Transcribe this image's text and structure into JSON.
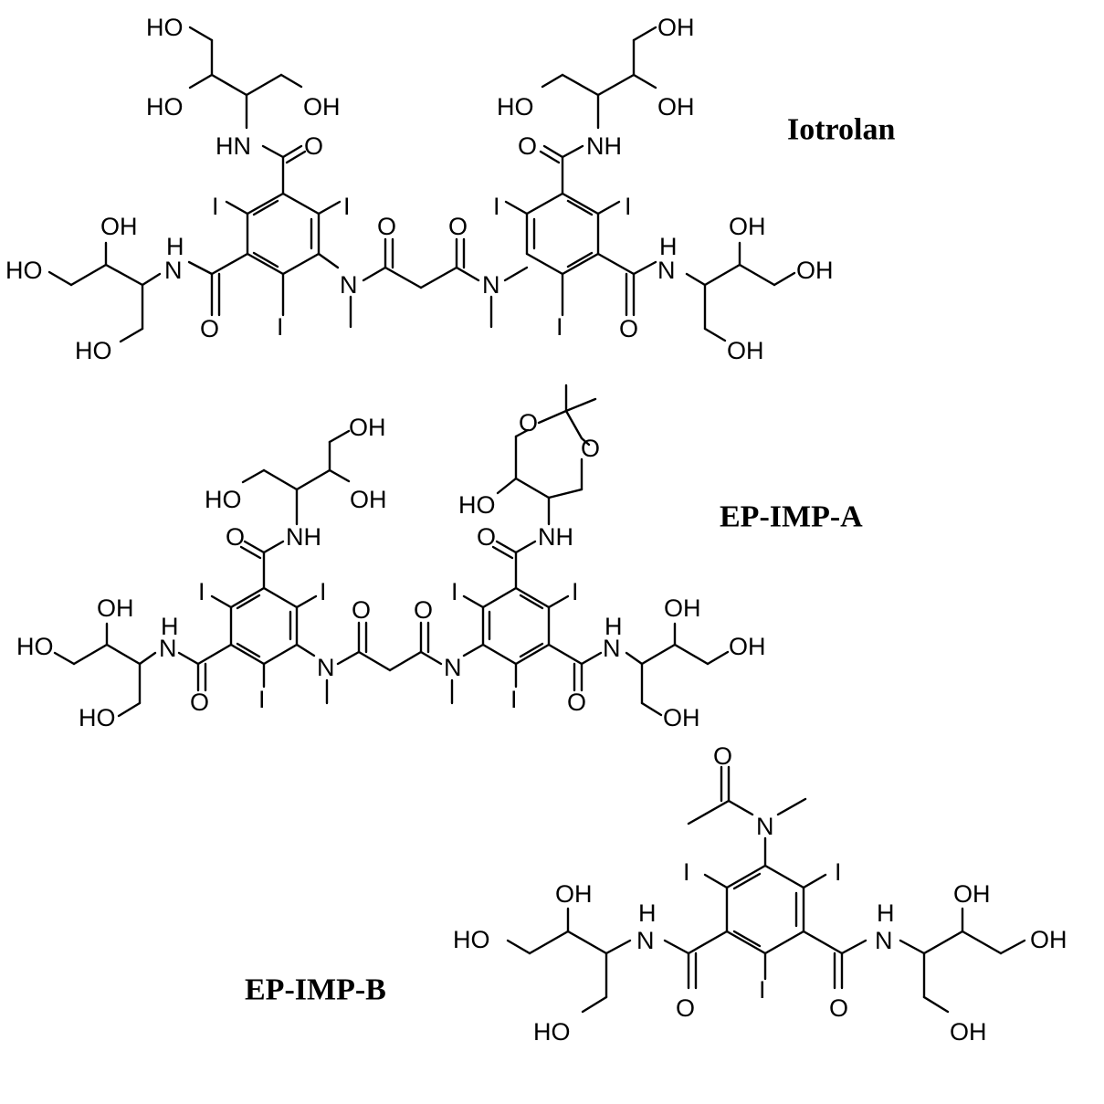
{
  "compounds": [
    {
      "id": "iotrolan",
      "label": "Iotrolan"
    },
    {
      "id": "ep-imp-a",
      "label": "EP-IMP-A"
    },
    {
      "id": "ep-imp-b",
      "label": "EP-IMP-B"
    }
  ],
  "atoms": {
    "HO": "HO",
    "OH": "OH",
    "O": "O",
    "N": "N",
    "H": "H",
    "I": "I",
    "HN": "HN",
    "NH": "NH"
  }
}
